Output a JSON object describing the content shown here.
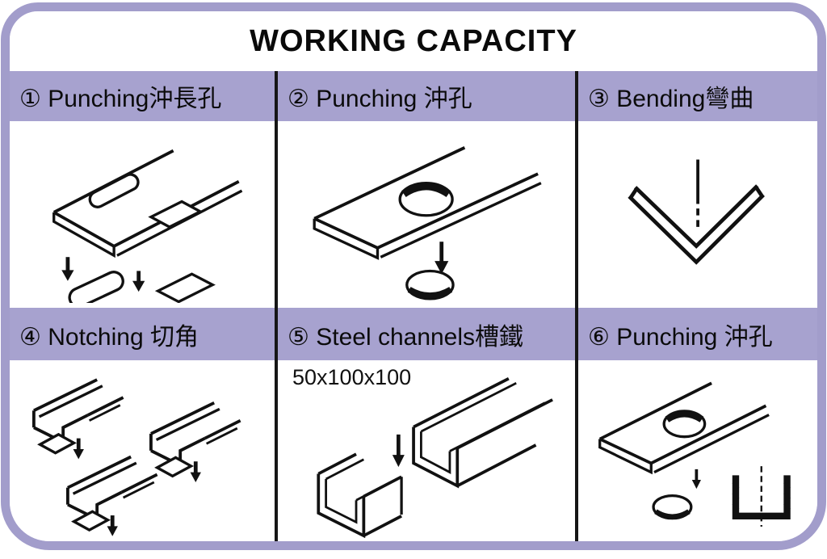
{
  "title": "WORKING CAPACITY",
  "colors": {
    "band": "#a7a2cf",
    "border": "#a29dcb",
    "borderInner": "#d4d1e8",
    "divider": "#161616",
    "ink": "#111111",
    "background": "#ffffff"
  },
  "cells": [
    {
      "label": "① Punching沖長孔",
      "illustration": "punching-long-hole"
    },
    {
      "label": "② Punching 沖孔",
      "illustration": "punching-round-hole"
    },
    {
      "label": "③ Bending彎曲",
      "illustration": "bending-vee"
    },
    {
      "label": "④ Notching 切角",
      "illustration": "notching-corners"
    },
    {
      "label": "⑤ Steel channels槽鐵",
      "illustration": "steel-channel-cutting",
      "note": "50x100x100"
    },
    {
      "label": "⑥ Punching 沖孔",
      "illustration": "punching-round-hole-with-die"
    }
  ]
}
